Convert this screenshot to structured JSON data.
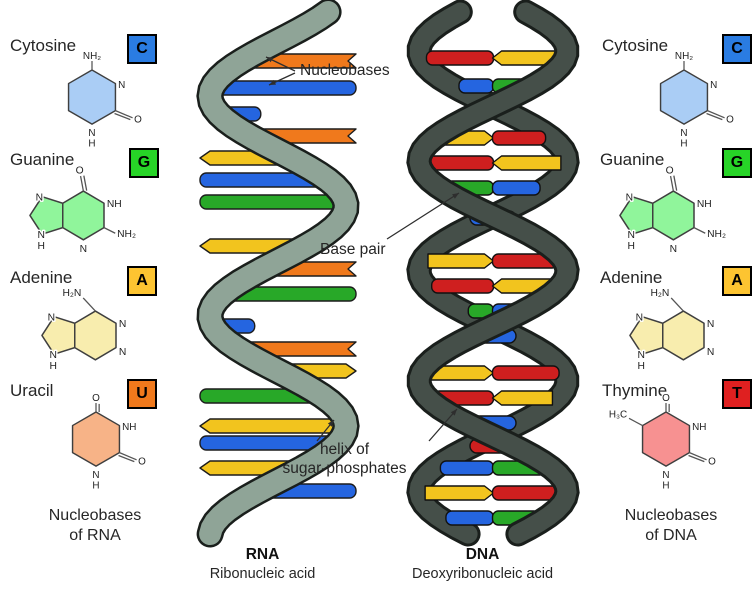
{
  "left_panel": {
    "caption_line1": "Nucleobases",
    "caption_line2": "of RNA",
    "bases": [
      {
        "name": "Cytosine",
        "symbol": "C",
        "badge_color": "#2a7ce2",
        "fill": "#aacdf5",
        "kind": "pyrimidine",
        "labels": {
          "top": "NH₂",
          "upper_right": "N",
          "lower_right": "O",
          "bottom": "N",
          "bottom_h": "H"
        }
      },
      {
        "name": "Guanine",
        "symbol": "G",
        "badge_color": "#27d427",
        "fill": "#90f59b",
        "kind": "purine",
        "labels": {
          "top": "O",
          "upper_right": "NH",
          "right": "NH₂",
          "bottom": "N",
          "pent_top": "N",
          "pent_bottom": "N",
          "pent_h": "H"
        }
      },
      {
        "name": "Adenine",
        "symbol": "A",
        "badge_color": "#fdc431",
        "fill": "#f8edae",
        "kind": "purine",
        "labels": {
          "top": "H₂N",
          "upper_right": "N",
          "lower_right": "N",
          "pent_top": "N",
          "pent_bottom": "N",
          "pent_h": "H"
        }
      },
      {
        "name": "Uracil",
        "symbol": "U",
        "badge_color": "#f0791c",
        "fill": "#f7b387",
        "kind": "pyrimidine",
        "labels": {
          "top": "O",
          "upper_right": "NH",
          "lower_right": "O",
          "bottom": "N",
          "bottom_h": "H"
        }
      }
    ]
  },
  "right_panel": {
    "caption_line1": "Nucleobases",
    "caption_line2": "of DNA",
    "bases": [
      {
        "name": "Cytosine",
        "symbol": "C",
        "badge_color": "#2a7ce2",
        "fill": "#aacdf5",
        "kind": "pyrimidine",
        "labels": {
          "top": "NH₂",
          "upper_right": "N",
          "lower_right": "O",
          "bottom": "N",
          "bottom_h": "H"
        }
      },
      {
        "name": "Guanine",
        "symbol": "G",
        "badge_color": "#27d427",
        "fill": "#90f59b",
        "kind": "purine",
        "labels": {
          "top": "O",
          "upper_right": "NH",
          "right": "NH₂",
          "bottom": "N",
          "pent_top": "N",
          "pent_bottom": "N",
          "pent_h": "H"
        }
      },
      {
        "name": "Adenine",
        "symbol": "A",
        "badge_color": "#fdc431",
        "fill": "#f8edae",
        "kind": "purine",
        "labels": {
          "top": "H₂N",
          "upper_right": "N",
          "lower_right": "N",
          "pent_top": "N",
          "pent_bottom": "N",
          "pent_h": "H"
        }
      },
      {
        "name": "Thymine",
        "symbol": "T",
        "badge_color": "#df2020",
        "fill": "#f79191",
        "kind": "pyrimidine",
        "labels": {
          "left": "H₃C",
          "top": "O",
          "upper_right": "NH",
          "lower_right": "O",
          "bottom": "N",
          "bottom_h": "H"
        }
      }
    ]
  },
  "annotations": {
    "nucleobases": "Nucleobases",
    "base_pair": "Base pair",
    "helix_line1": "helix of",
    "helix_line2": "sugar-phosphates"
  },
  "captions": {
    "rna_title": "RNA",
    "rna_subtitle": "Ribonucleic acid",
    "dna_title": "DNA",
    "dna_subtitle": "Deoxyribonucleic acid"
  },
  "helix": {
    "rna_strand_color": "#8fa497",
    "dna_strand_color": "#454f49",
    "outline_color": "#1a1f1c",
    "base_colors": {
      "orange": "#f0791c",
      "yellow": "#f2c41e",
      "blue": "#2565e0",
      "green": "#28a828",
      "red": "#cf1f1f"
    },
    "rna_sequence": [
      "orange",
      "blue",
      "blue",
      "orange",
      "yellow",
      "blue",
      "green",
      "yellow",
      "orange",
      "green",
      "blue",
      "orange",
      "yellow",
      "green",
      "yellow",
      "blue",
      "yellow",
      "blue"
    ],
    "dna_pairs": [
      [
        "red",
        "yellow"
      ],
      [
        "blue",
        "green"
      ],
      [
        "yellow",
        "red"
      ],
      [
        "red",
        "yellow"
      ],
      [
        "green",
        "blue"
      ],
      [
        "blue"
      ],
      [
        "yellow",
        "red"
      ],
      [
        "red",
        "yellow"
      ],
      [
        "green",
        "blue"
      ],
      [
        "blue"
      ],
      [
        "yellow",
        "red"
      ],
      [
        "red",
        "yellow"
      ],
      [
        "blue"
      ],
      [
        "red"
      ],
      [
        "blue",
        "green"
      ],
      [
        "yellow",
        "red"
      ],
      [
        "blue",
        "green"
      ]
    ]
  }
}
